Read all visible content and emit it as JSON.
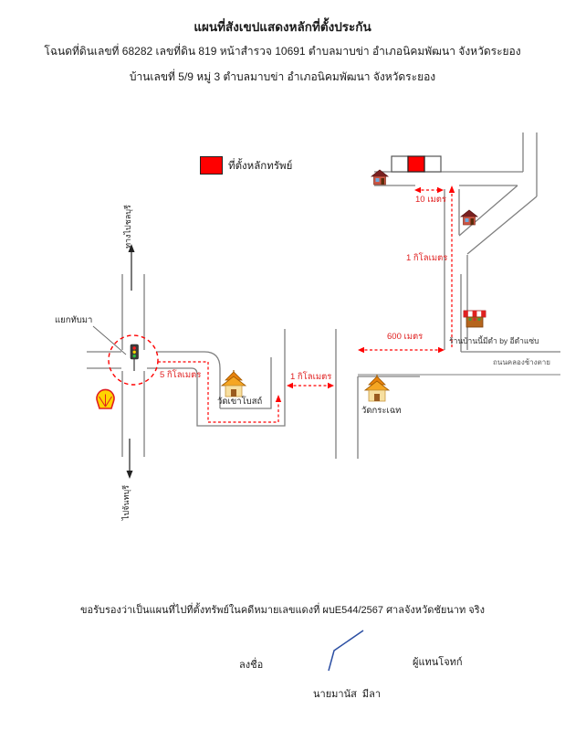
{
  "title": {
    "line1": "แผนที่สังเขปแสดงหลักที่ตั้งประกัน",
    "line2": "โฉนดที่ดินเลขที่ 68282  เลขที่ดิน 819  หน้าสำรวจ 10691 ตำบลมาบข่า  อำเภอนิคมพัฒนา  จังหวัดระยอง",
    "line3": "บ้านเลขที่ 5/9  หมู่ 3  ตำบลมาบข่า  อำเภอนิคมพัฒนา  จังหวัดระยอง"
  },
  "legend": {
    "marker_label": "ที่ตั้งหลักทรัพย์",
    "marker_color": "#ff0000"
  },
  "map": {
    "junction_label": "แยกทับมา",
    "to_north_label": "ทางไปชลบุรี",
    "to_south_label": "ไปจันทบุรี",
    "temple_west_label": "วัดเขาโบสถ์",
    "temple_east_label": "วัดกระเฉท",
    "shop_label": "ร้านบ้านนี้มีดำ by อีดำแซ่บ",
    "road_label": "ถนนคลองช้างตาย",
    "distances": {
      "from_junction": "5 กิโลเมตร",
      "mid_segment": "1 กิโลเมตร",
      "east_segment": "600 เมตร",
      "north_segment": "1 กิโลเมตร",
      "to_property": "10 เมตร"
    }
  },
  "footer": {
    "certification": "ขอรับรองว่าเป็นแผนที่ไปที่ตั้งทรัพย์ในคดีหมายเลขแดงที่ ผบE544/2567 ศาลจังหวัดชัยนาท จริง",
    "sign_label": "ลงชื่อ",
    "representative_label": "ผู้แทนโจทก์",
    "signer_name": "นายมานัส  มีลา"
  },
  "colors": {
    "route": "#ff0000",
    "road": "#7f7f7f",
    "signature": "#2c4fa3"
  }
}
